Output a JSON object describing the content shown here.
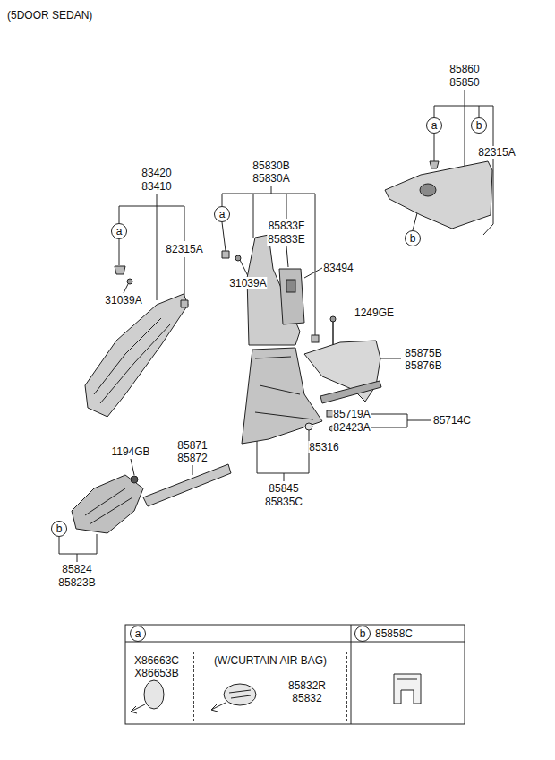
{
  "diagram": {
    "title": "(5DOOR SEDAN)",
    "nodes": [
      {
        "text": [
          "a"
        ]
      },
      {
        "text": [
          "b"
        ]
      },
      {
        "text": [
          "b"
        ]
      },
      {
        "text": [
          "a"
        ]
      },
      {
        "text": [
          "a"
        ]
      },
      {
        "text": [
          "b"
        ]
      },
      {
        "text": [
          "a"
        ]
      },
      {
        "text": [
          "b"
        ]
      },
      {
        "text": [
          "(W/CURTAIN AIR BAG)"
        ]
      }
    ],
    "labels": [
      "85860",
      "85850",
      "82315A",
      "83420",
      "83410",
      "82315A",
      "31039A",
      "85830B",
      "85830A",
      "85833F",
      "85833E",
      "83494",
      "31039A",
      "1249GE",
      "85875B",
      "85876B",
      "85719A",
      "85714C",
      "82423A",
      "85316",
      "85845",
      "85835C",
      "85871",
      "85872",
      "1194GB",
      "85824",
      "85823B",
      "X86663C",
      "X86653B",
      "85832R",
      "85832",
      "85858C"
    ]
  }
}
